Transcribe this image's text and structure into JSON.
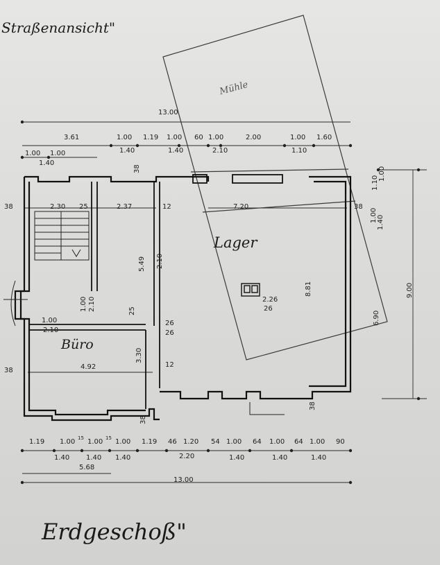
{
  "titles": {
    "street_view": "Straßenansicht\"",
    "ground_floor": "Erdgeschoß\""
  },
  "rooms": {
    "storage": "Lager",
    "office": "Büro",
    "mill": "Mühle"
  },
  "dims_top": {
    "overall": "13.00",
    "a": "3.61",
    "b": "1.00",
    "c": "1.19",
    "d": "1.00",
    "e": "60",
    "f": "1.00",
    "g": "2.00",
    "h": "1.00",
    "i": "1.60",
    "j": "1.00",
    "k": "1.00",
    "l": "1.40",
    "m": "1.40",
    "n": "1.40",
    "o": "2.10",
    "p": "1.10"
  },
  "dims_plan": {
    "stair_w": "2.30",
    "wall_25": "25",
    "room_w": "2.37",
    "wall_12": "12",
    "wall_38_top": "38",
    "wall_38_left": "38",
    "depth": "5.49",
    "door_210": "2.10",
    "storage_w": "7.20",
    "col_226": "2.26",
    "col_26": "26",
    "office_w": "4.92",
    "office_d": "3.30",
    "wall_12b": "12",
    "door_100": "1.00",
    "door_210b": "2.10",
    "wall_25b": "25",
    "col_26b": "26",
    "col_26c": "26",
    "wall_38_lower": "38",
    "door_100b": "1.00",
    "door_210c": "2.10",
    "wall_38_right": "38",
    "wall_38_bottom": "38",
    "wall_38_br": "38",
    "inner_881": "8.81"
  },
  "dims_right": {
    "a": "1.00",
    "b": "1.10",
    "c": "1.40",
    "d": "1.00",
    "e": "9.00",
    "f": "6.90"
  },
  "dims_bottom": {
    "a": "1.19",
    "b": "1.00",
    "c": "1.00",
    "d": "1.00",
    "e": "1.19",
    "f": "46",
    "g": "1.20",
    "h": "54",
    "i": "1.00",
    "j": "64",
    "k": "1.00",
    "l": "64",
    "m": "1.00",
    "n": "90",
    "o": "1.40",
    "p": "1.40",
    "q": "1.40",
    "r": "2.20",
    "s": "1.40",
    "t": "1.40",
    "u": "1.40",
    "v": "5.68",
    "overall": "13.00",
    "x1": "15",
    "x2": "15"
  },
  "colors": {
    "paper": "#dcdcda",
    "ink": "#1d1d1d",
    "faint": "#555555"
  }
}
